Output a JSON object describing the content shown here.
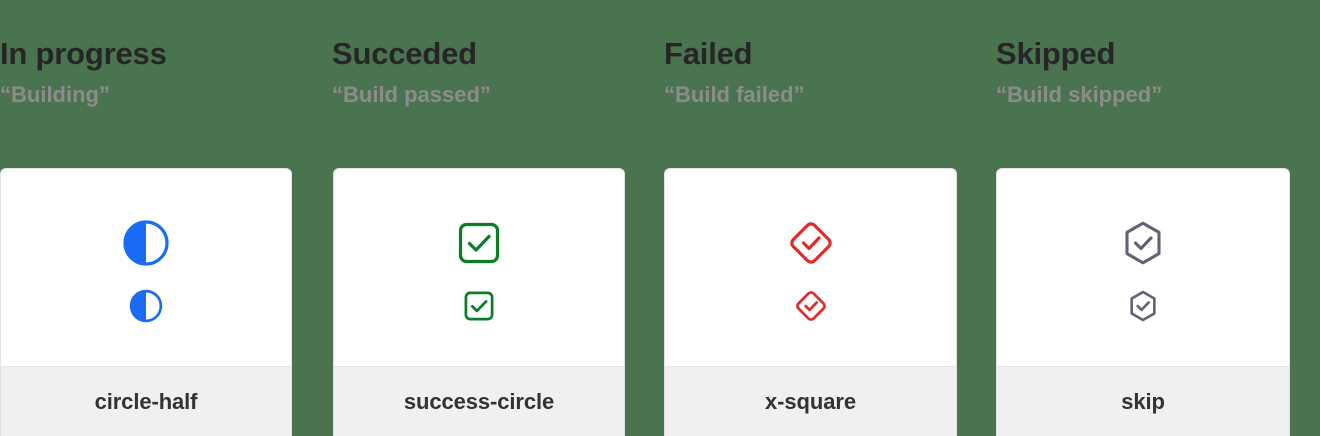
{
  "page": {
    "background_color": "#4a7350",
    "card_background": "#ffffff",
    "footer_background": "#f0f0f0"
  },
  "columns": [
    {
      "title": "In progress",
      "subtitle": "“Building”",
      "icon_name": "circle-half",
      "icon_color": "#1a6bf5",
      "footer_label": "circle-half"
    },
    {
      "title": "Succeded",
      "subtitle": "“Build passed”",
      "icon_name": "success-circle",
      "icon_color": "#0a7d25",
      "footer_label": "success-circle"
    },
    {
      "title": "Failed",
      "subtitle": "“Build failed”",
      "icon_name": "x-square",
      "icon_color": "#e02b2b",
      "footer_label": "x-square"
    },
    {
      "title": "Skipped",
      "subtitle": "“Build skipped”",
      "icon_name": "skip",
      "icon_color": "#5f6375",
      "footer_label": "skip"
    }
  ]
}
